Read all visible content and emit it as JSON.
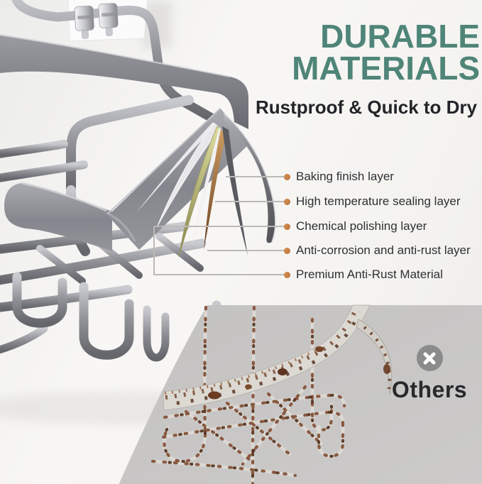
{
  "heading": {
    "line1": "DURABLE",
    "line2": "MATERIALS",
    "color": "#4f8578"
  },
  "subtitle": {
    "text": "Rustproof & Quick to Dry",
    "color": "#222428"
  },
  "callouts": {
    "marker_icon": "dot-icon",
    "dot_color": "#c0793e",
    "line_color": "#bcbab6",
    "items": [
      {
        "label": "Baking finish layer",
        "layer_color": "#8a8b92"
      },
      {
        "label": "High temperature sealing layer",
        "layer_color": "#5a5b61"
      },
      {
        "label": "Chemical polishing layer",
        "layer_color": "#f1f1f2"
      },
      {
        "label": "Anti-corrosion and anti-rust layer",
        "layer_color": "#a97a44"
      },
      {
        "label": "Premium Anti-Rust Material",
        "layer_color": "#e8e8ea"
      }
    ]
  },
  "comparison": {
    "label": "Others",
    "icon": "x-circle-icon",
    "panel_color": "#c8c7c6",
    "badge_color": "#8b8b8b",
    "badge_glyph_color": "#ffffff",
    "text_color": "#27292c"
  }
}
